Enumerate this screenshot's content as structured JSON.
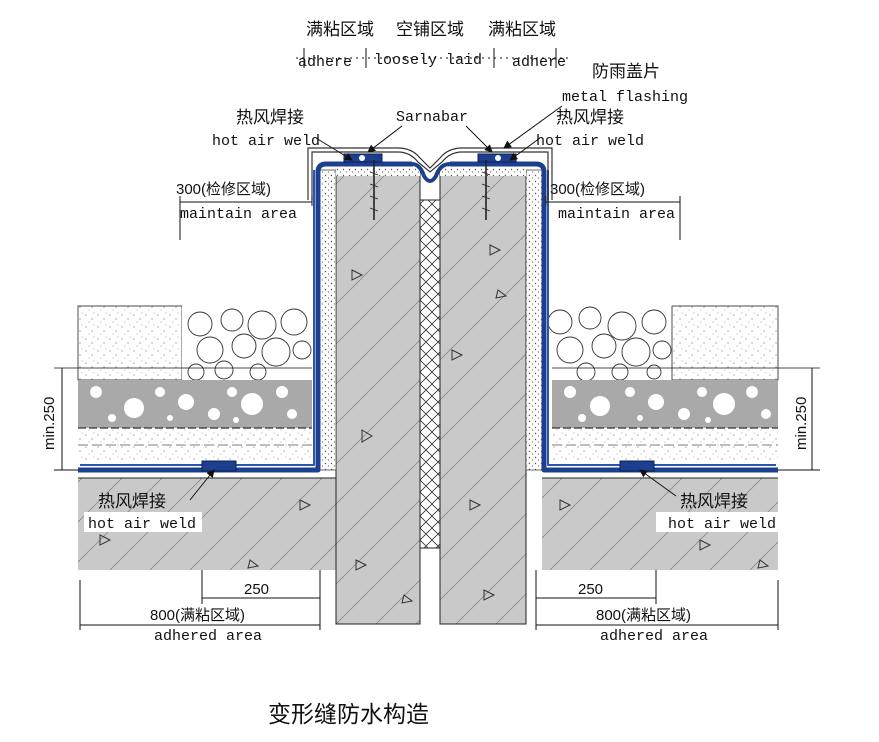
{
  "title": "变形缝防水构造",
  "labels": {
    "top_adhere_cn_left": "满粘区域",
    "top_loose_cn": "空铺区域",
    "top_adhere_cn_right": "满粘区域",
    "top_adhere_en_left": "adhere",
    "top_loose_en": "loosely laid",
    "top_adhere_en_right": "adhere",
    "flashing_cn": "防雨盖片",
    "flashing_en": "metal flashing",
    "sarnabar": "Sarnabar",
    "weld_cn": "热风焊接",
    "weld_en": "hot air weld",
    "maintain_cn": "300(检修区域)",
    "maintain_en": "maintain area",
    "min_height": "min.250",
    "dim_250": "250",
    "adhered_cn": "800(满粘区域)",
    "adhered_en": "adhered area"
  },
  "colors": {
    "membrane": "#1d3f8f",
    "concrete": "#c9c9c9",
    "outline": "#222222"
  }
}
